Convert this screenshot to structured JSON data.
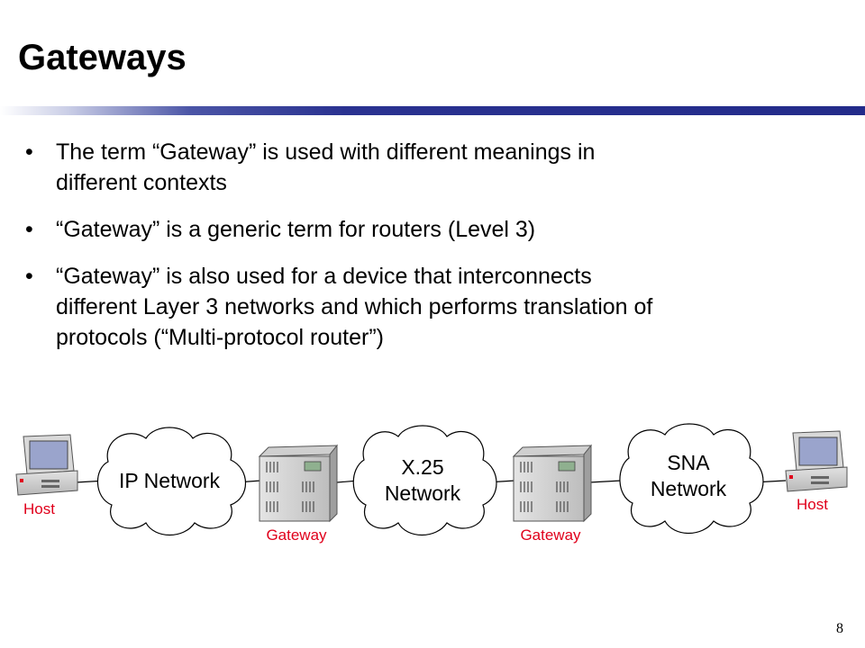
{
  "slide": {
    "title": "Gateways",
    "page_number": "8",
    "accent_color": "#232b8a"
  },
  "bullets": [
    {
      "lines": [
        "The term “Gateway” is used with different meanings in",
        "different contexts"
      ]
    },
    {
      "lines": [
        "“Gateway” is a generic term for routers (Level 3)"
      ]
    },
    {
      "lines": [
        "“Gateway” is also used for a device that interconnects",
        "different Layer 3 networks and which performs translation of",
        "protocols (“Multi-protocol router”)"
      ]
    }
  ],
  "diagram": {
    "host_left_label": "Host",
    "host_right_label": "Host",
    "gateway_left_label": "Gateway",
    "gateway_right_label": "Gateway",
    "cloud_ip_label": "IP Network",
    "cloud_x25_line1": "X.25",
    "cloud_x25_line2": "Network",
    "cloud_sna_line1": "SNA",
    "cloud_sna_line2": "Network",
    "device_label_color": "#e0001b"
  }
}
